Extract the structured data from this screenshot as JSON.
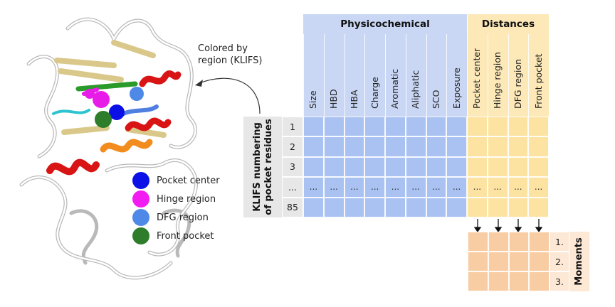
{
  "annotation": {
    "line1": "Colored by",
    "line2": "region (KLIFS)"
  },
  "legend": [
    {
      "label": "Pocket center",
      "color": "#0a10e6"
    },
    {
      "label": "Hinge region",
      "color": "#f21cf2"
    },
    {
      "label": "DFG region",
      "color": "#4f89e8"
    },
    {
      "label": "Front pocket",
      "color": "#2e7d2a"
    }
  ],
  "table": {
    "groups": {
      "physicochemical": "Physicochemical",
      "distances": "Distances"
    },
    "physicochemical_columns": [
      "Size",
      "HBD",
      "HBA",
      "Charge",
      "Aromatic",
      "Aliphatic",
      "SCO",
      "Exposure"
    ],
    "distance_columns": [
      "Pocket center",
      "Hinge region",
      "DFG region",
      "Front pocket"
    ],
    "row_title": {
      "line1": "KLIFS numbering",
      "line2": "of pocket residues"
    },
    "row_labels": [
      "1",
      "2",
      "3",
      "...",
      "85"
    ],
    "ellipsis": "...",
    "moments_title": "Moments",
    "moment_labels": [
      "1.",
      "2.",
      "3."
    ]
  },
  "colors": {
    "physico_header": "#c9d7f5",
    "physico_cell": "#a9c2f2",
    "distance_header": "#fde9b8",
    "distance_cell": "#fde3a2",
    "moment_cell": "#f9cda3",
    "moment_label_bg": "#fde7d5",
    "row_label_bg": "#e7e7e7"
  }
}
